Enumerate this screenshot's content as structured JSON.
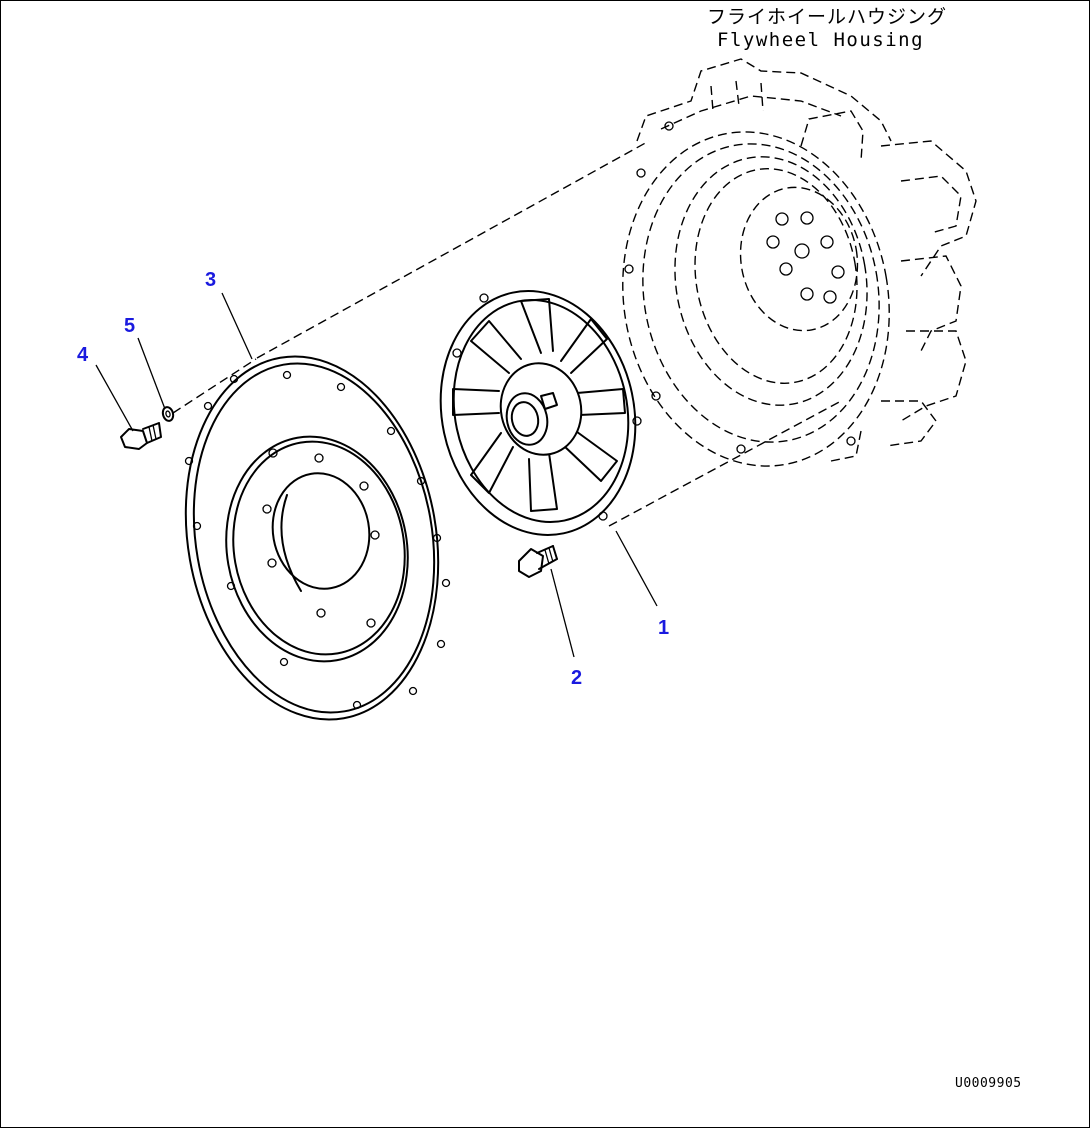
{
  "title": {
    "japanese": "フライホイールハウジング",
    "english": "Flywheel Housing"
  },
  "callouts": [
    {
      "id": "1",
      "text": "1"
    },
    {
      "id": "2",
      "text": "2"
    },
    {
      "id": "3",
      "text": "3"
    },
    {
      "id": "4",
      "text": "4"
    },
    {
      "id": "5",
      "text": "5"
    }
  ],
  "drawing_code": "U0009905",
  "colors": {
    "callout": "#1a1adf",
    "line": "#000000",
    "background": "#ffffff"
  }
}
